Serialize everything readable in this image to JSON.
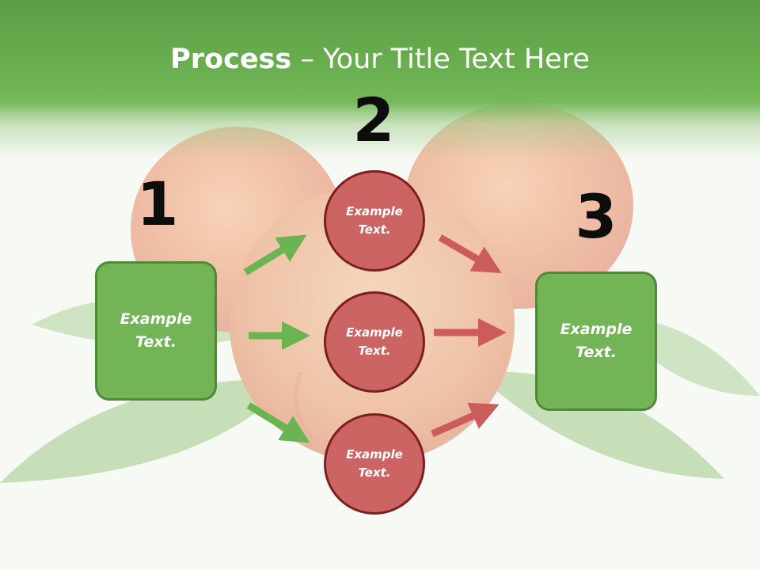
{
  "slide": {
    "title_bold": "Process",
    "title_rest": " – Your Title Text Here",
    "steps": [
      {
        "number": "1",
        "text_line1": "Example",
        "text_line2": "Text."
      },
      {
        "number": "2"
      },
      {
        "number": "3",
        "text_line1": "Example",
        "text_line2": "Text."
      }
    ],
    "circles": [
      {
        "text_line1": "Example",
        "text_line2": "Text."
      },
      {
        "text_line1": "Example",
        "text_line2": "Text."
      },
      {
        "text_line1": "Example",
        "text_line2": "Text."
      }
    ]
  },
  "colors": {
    "header_green": "#6cb152",
    "box_green": "#72b456",
    "circle_red": "#cd6464",
    "arrow_green": "#6ab452",
    "arrow_red": "#cc5b5b"
  }
}
